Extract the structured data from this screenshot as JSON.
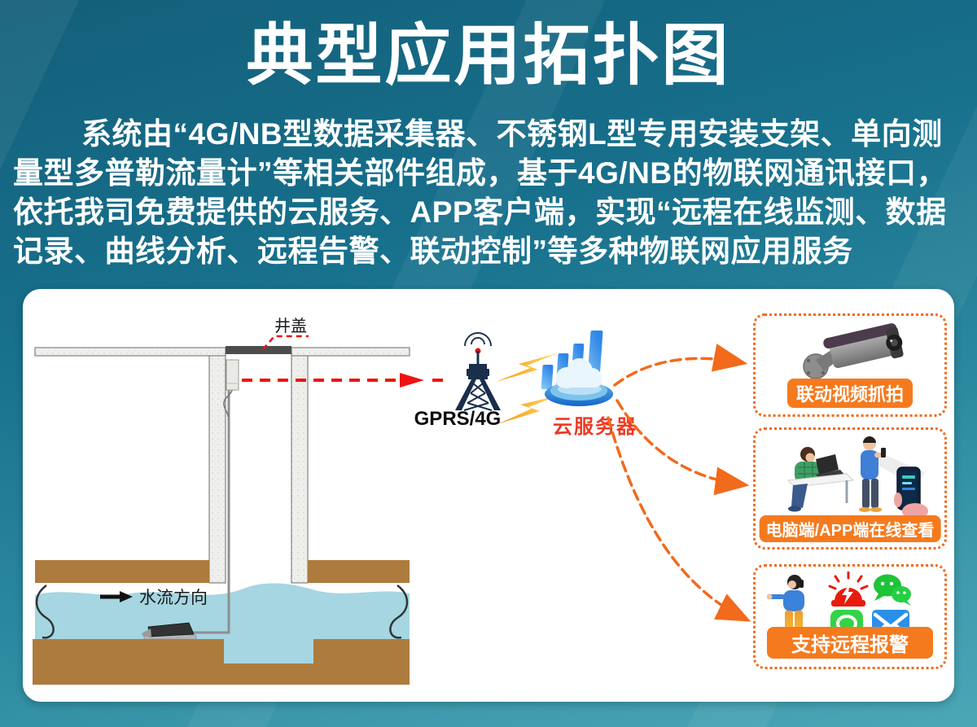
{
  "header": {
    "title": "典型应用拓扑图",
    "intro_lines": [
      "系统由“4G/NB型数据采集器、不锈钢L型专用安装支架、单向测",
      "量型多普勒流量计”等相关部件组成，基于4G/NB的物联网通讯接口，",
      "依托我司免费提供的云服务、APP客户端，实现“远程在线监测、数据",
      "记录、曲线分析、远程告警、联动控制”等多种物联网应用服务"
    ]
  },
  "diagram": {
    "manhole_label": "井盖",
    "flow_label": "水流方向",
    "tower_label": "GPRS/4G",
    "cloud_label": "云服务器",
    "outputs": [
      {
        "id": "camera-snapshot",
        "label": "联动视频抓拍"
      },
      {
        "id": "pc-app-view",
        "label": "电脑端/APP端在线查看"
      },
      {
        "id": "remote-alarm",
        "label": "支持远程报警"
      }
    ],
    "icons": [
      "signal-tower-icon",
      "lightning-bolt-icon",
      "cloud-server-icon",
      "cctv-camera-icon",
      "siren-icon",
      "wechat-icon",
      "sms-icon",
      "email-icon"
    ],
    "colors": {
      "background_top": "#17708c",
      "background_bottom": "#4ba7b5",
      "accent_orange": "#f26a1b",
      "pill_orange": "#f57a1e",
      "alert_red": "#ef1212",
      "cloud_label_red": "#ed3a22",
      "water_blue": "#a5d6e2",
      "soil_brown": "#ae7b3e",
      "tower_navy": "#1a2f4c"
    }
  }
}
